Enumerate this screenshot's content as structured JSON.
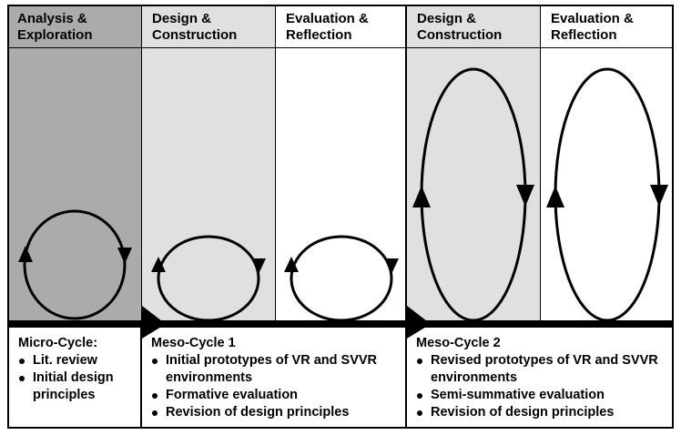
{
  "phases": [
    {
      "label": "Analysis &\nExploration",
      "color": "#ababab"
    },
    {
      "label": "Design &\nConstruction",
      "color": "#e0e0e0"
    },
    {
      "label": "Evaluation &\nReflection",
      "color": "#ffffff"
    },
    {
      "label": "Design &\nConstruction",
      "color": "#e0e0e0"
    },
    {
      "label": "Evaluation &\nReflection",
      "color": "#ffffff"
    }
  ],
  "cycles": [
    {
      "title": "Micro-Cycle:",
      "items": [
        "Lit. review",
        "Initial design principles"
      ]
    },
    {
      "title": "Meso-Cycle 1",
      "items": [
        "Initial prototypes of VR and SVVR environments",
        "Formative evaluation",
        "Revision of design principles"
      ]
    },
    {
      "title": "Meso-Cycle 2",
      "items": [
        "Revised prototypes of VR and SVVR environments",
        "Semi-summative evaluation",
        "Revision of design principles"
      ]
    }
  ]
}
